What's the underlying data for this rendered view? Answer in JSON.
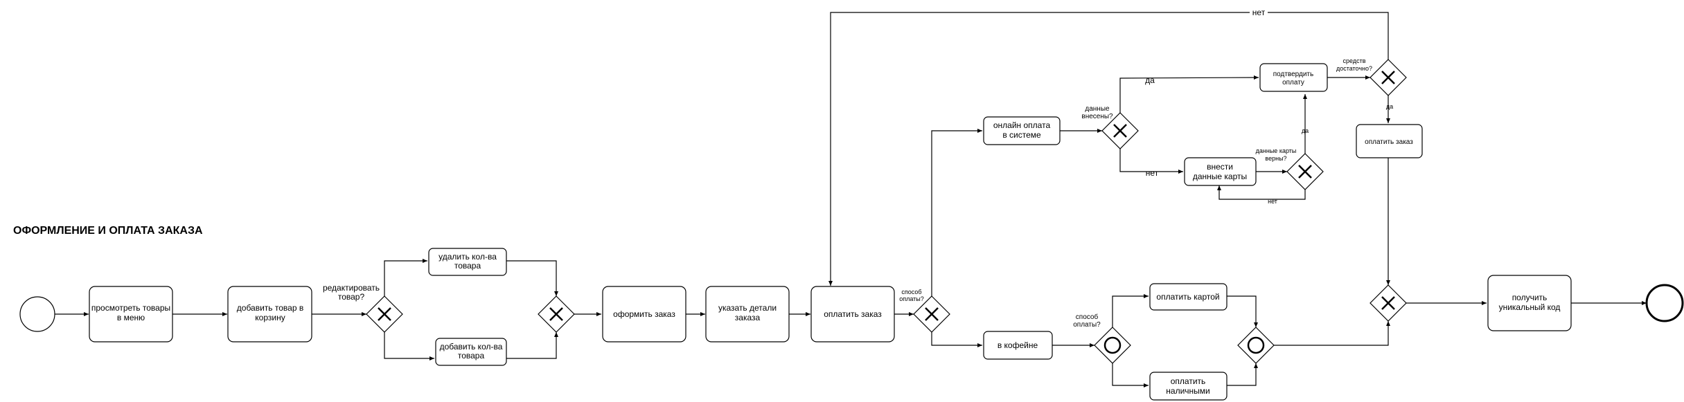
{
  "title": "ОФОРМЛЕНИЕ И ОПЛАТА ЗАКАЗА",
  "tasks": {
    "view_goods": [
      "просмотреть товары",
      "в меню"
    ],
    "add_to_cart": [
      "добавить товар в",
      "корзину"
    ],
    "remove_qty": [
      "удалить кол-ва",
      "товара"
    ],
    "add_qty": [
      "добавить кол-ва",
      "товара"
    ],
    "checkout": [
      "оформить заказ"
    ],
    "order_details": [
      "указать детали",
      "заказа"
    ],
    "pay_order": [
      "оплатить заказ"
    ],
    "online_pay": [
      "онлайн оплата",
      "в системе"
    ],
    "in_cafe": [
      "в кофейне"
    ],
    "confirm_pay": [
      "подтвердить",
      "оплату"
    ],
    "enter_card": [
      "внести",
      "данные карты"
    ],
    "pay_order2": [
      "оплатить заказ"
    ],
    "pay_card": [
      "оплатить картой"
    ],
    "pay_cash": [
      "оплатить",
      "наличными"
    ],
    "get_code": [
      "получить",
      "уникальный код"
    ]
  },
  "gateway_labels": {
    "edit_goods": [
      "редактировать",
      "товар?"
    ],
    "pay_method_1": [
      "способ",
      "оплаты?"
    ],
    "data_entered": [
      "данные",
      "внесены?"
    ],
    "card_valid": [
      "данные карты",
      "верны?"
    ],
    "funds_enough": [
      "средств",
      "достаточно?"
    ],
    "pay_method_2": [
      "способ",
      "оплаты?"
    ]
  },
  "flow_labels": {
    "funds_no": "нет",
    "data_yes": "да",
    "data_no": "нет",
    "card_yes": "да",
    "card_no": "нет",
    "funds_yes": "да"
  }
}
